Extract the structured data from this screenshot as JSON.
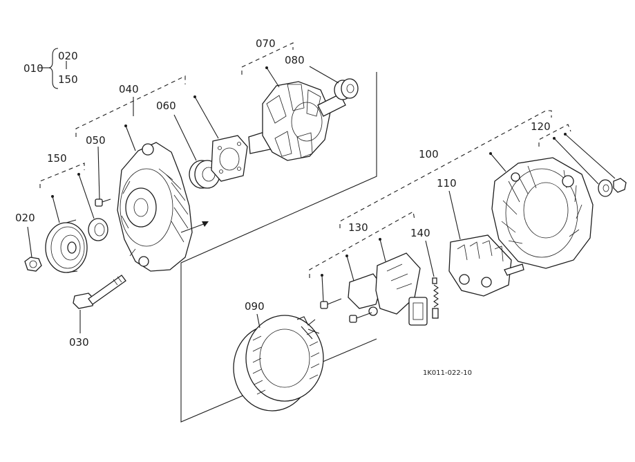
{
  "figure_code": "1K011-022-10",
  "parts": {
    "p010": "010",
    "p020": "020",
    "p150": "150",
    "p040": "040",
    "p050": "050",
    "p060": "060",
    "p070": "070",
    "p080": "080",
    "p090": "090",
    "p100": "100",
    "p110": "110",
    "p120": "120",
    "p130": "130",
    "p140": "140",
    "p030": "030"
  }
}
